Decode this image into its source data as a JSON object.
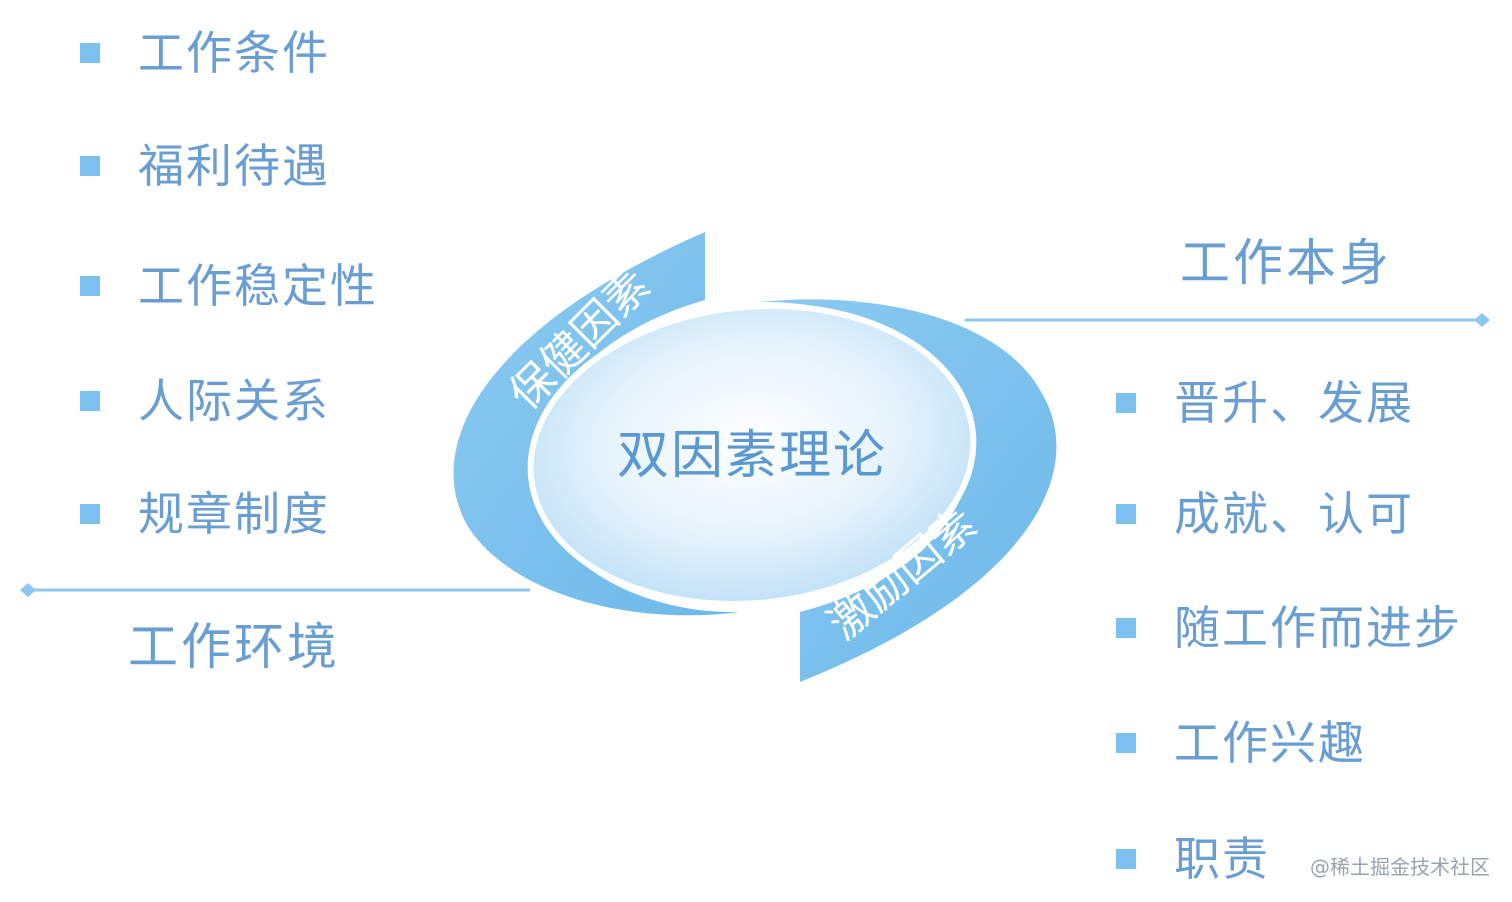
{
  "center": {
    "title": "双因素理论"
  },
  "hygiene": {
    "band_label": "保健因素",
    "group_title": "工作环境",
    "items": [
      "工作条件",
      "福利待遇",
      "工作稳定性",
      "人际关系",
      "规章制度"
    ]
  },
  "motivator": {
    "band_label": "激励因素",
    "group_title": "工作本身",
    "items": [
      "晋升、发展",
      "成就、认可",
      "随工作而进步",
      "工作兴趣",
      "职责"
    ]
  },
  "watermark": "@稀土掘金技术社区",
  "colors": {
    "band": "#7cc1ee",
    "band_dark": "#5aa8e0",
    "text": "#6a9ed3",
    "bullet": "#7cc1ee",
    "connector": "#8cc7ef"
  }
}
